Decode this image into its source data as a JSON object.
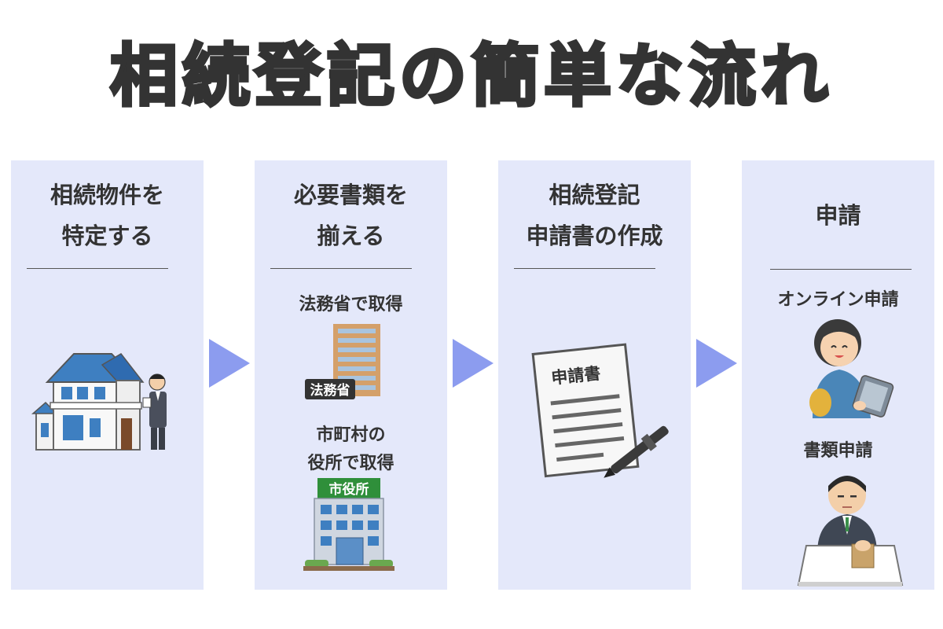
{
  "title": "相続登記の簡単な流れ",
  "steps": [
    {
      "heading_line1": "相続物件を",
      "heading_line2": "特定する"
    },
    {
      "heading_line1": "必要書類を",
      "heading_line2": "揃える",
      "option1_label": "法務省で取得",
      "option1_sign": "法務省",
      "option2_label_line1": "市町村の",
      "option2_label_line2": "役所で取得",
      "option2_sign": "市役所"
    },
    {
      "heading_line1": "相続登記",
      "heading_line2": "申請書の作成",
      "doc_title": "申請書"
    },
    {
      "heading_line1": "申請",
      "option1_label": "オンライン申請",
      "option2_label": "書類申請"
    }
  ],
  "colors": {
    "panel": "#e4e8fa",
    "arrow": "#8c9cef",
    "text": "#333333"
  }
}
